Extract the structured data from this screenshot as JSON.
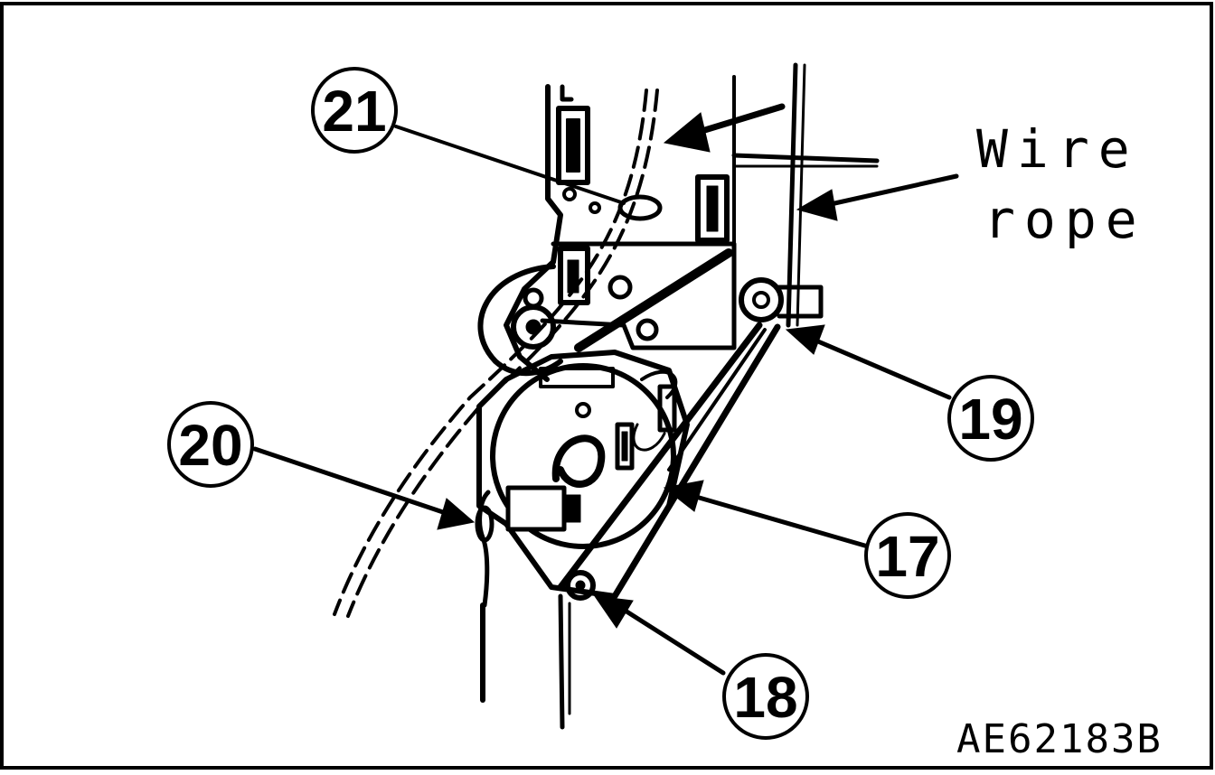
{
  "figure": {
    "callouts": [
      {
        "id": "21",
        "label": "21"
      },
      {
        "id": "20",
        "label": "20"
      },
      {
        "id": "19",
        "label": "19"
      },
      {
        "id": "17",
        "label": "17"
      },
      {
        "id": "18",
        "label": "18"
      }
    ],
    "wire_rope_label_line1": "Wire",
    "wire_rope_label_line2": "rope",
    "figure_code": "AE62183B"
  }
}
